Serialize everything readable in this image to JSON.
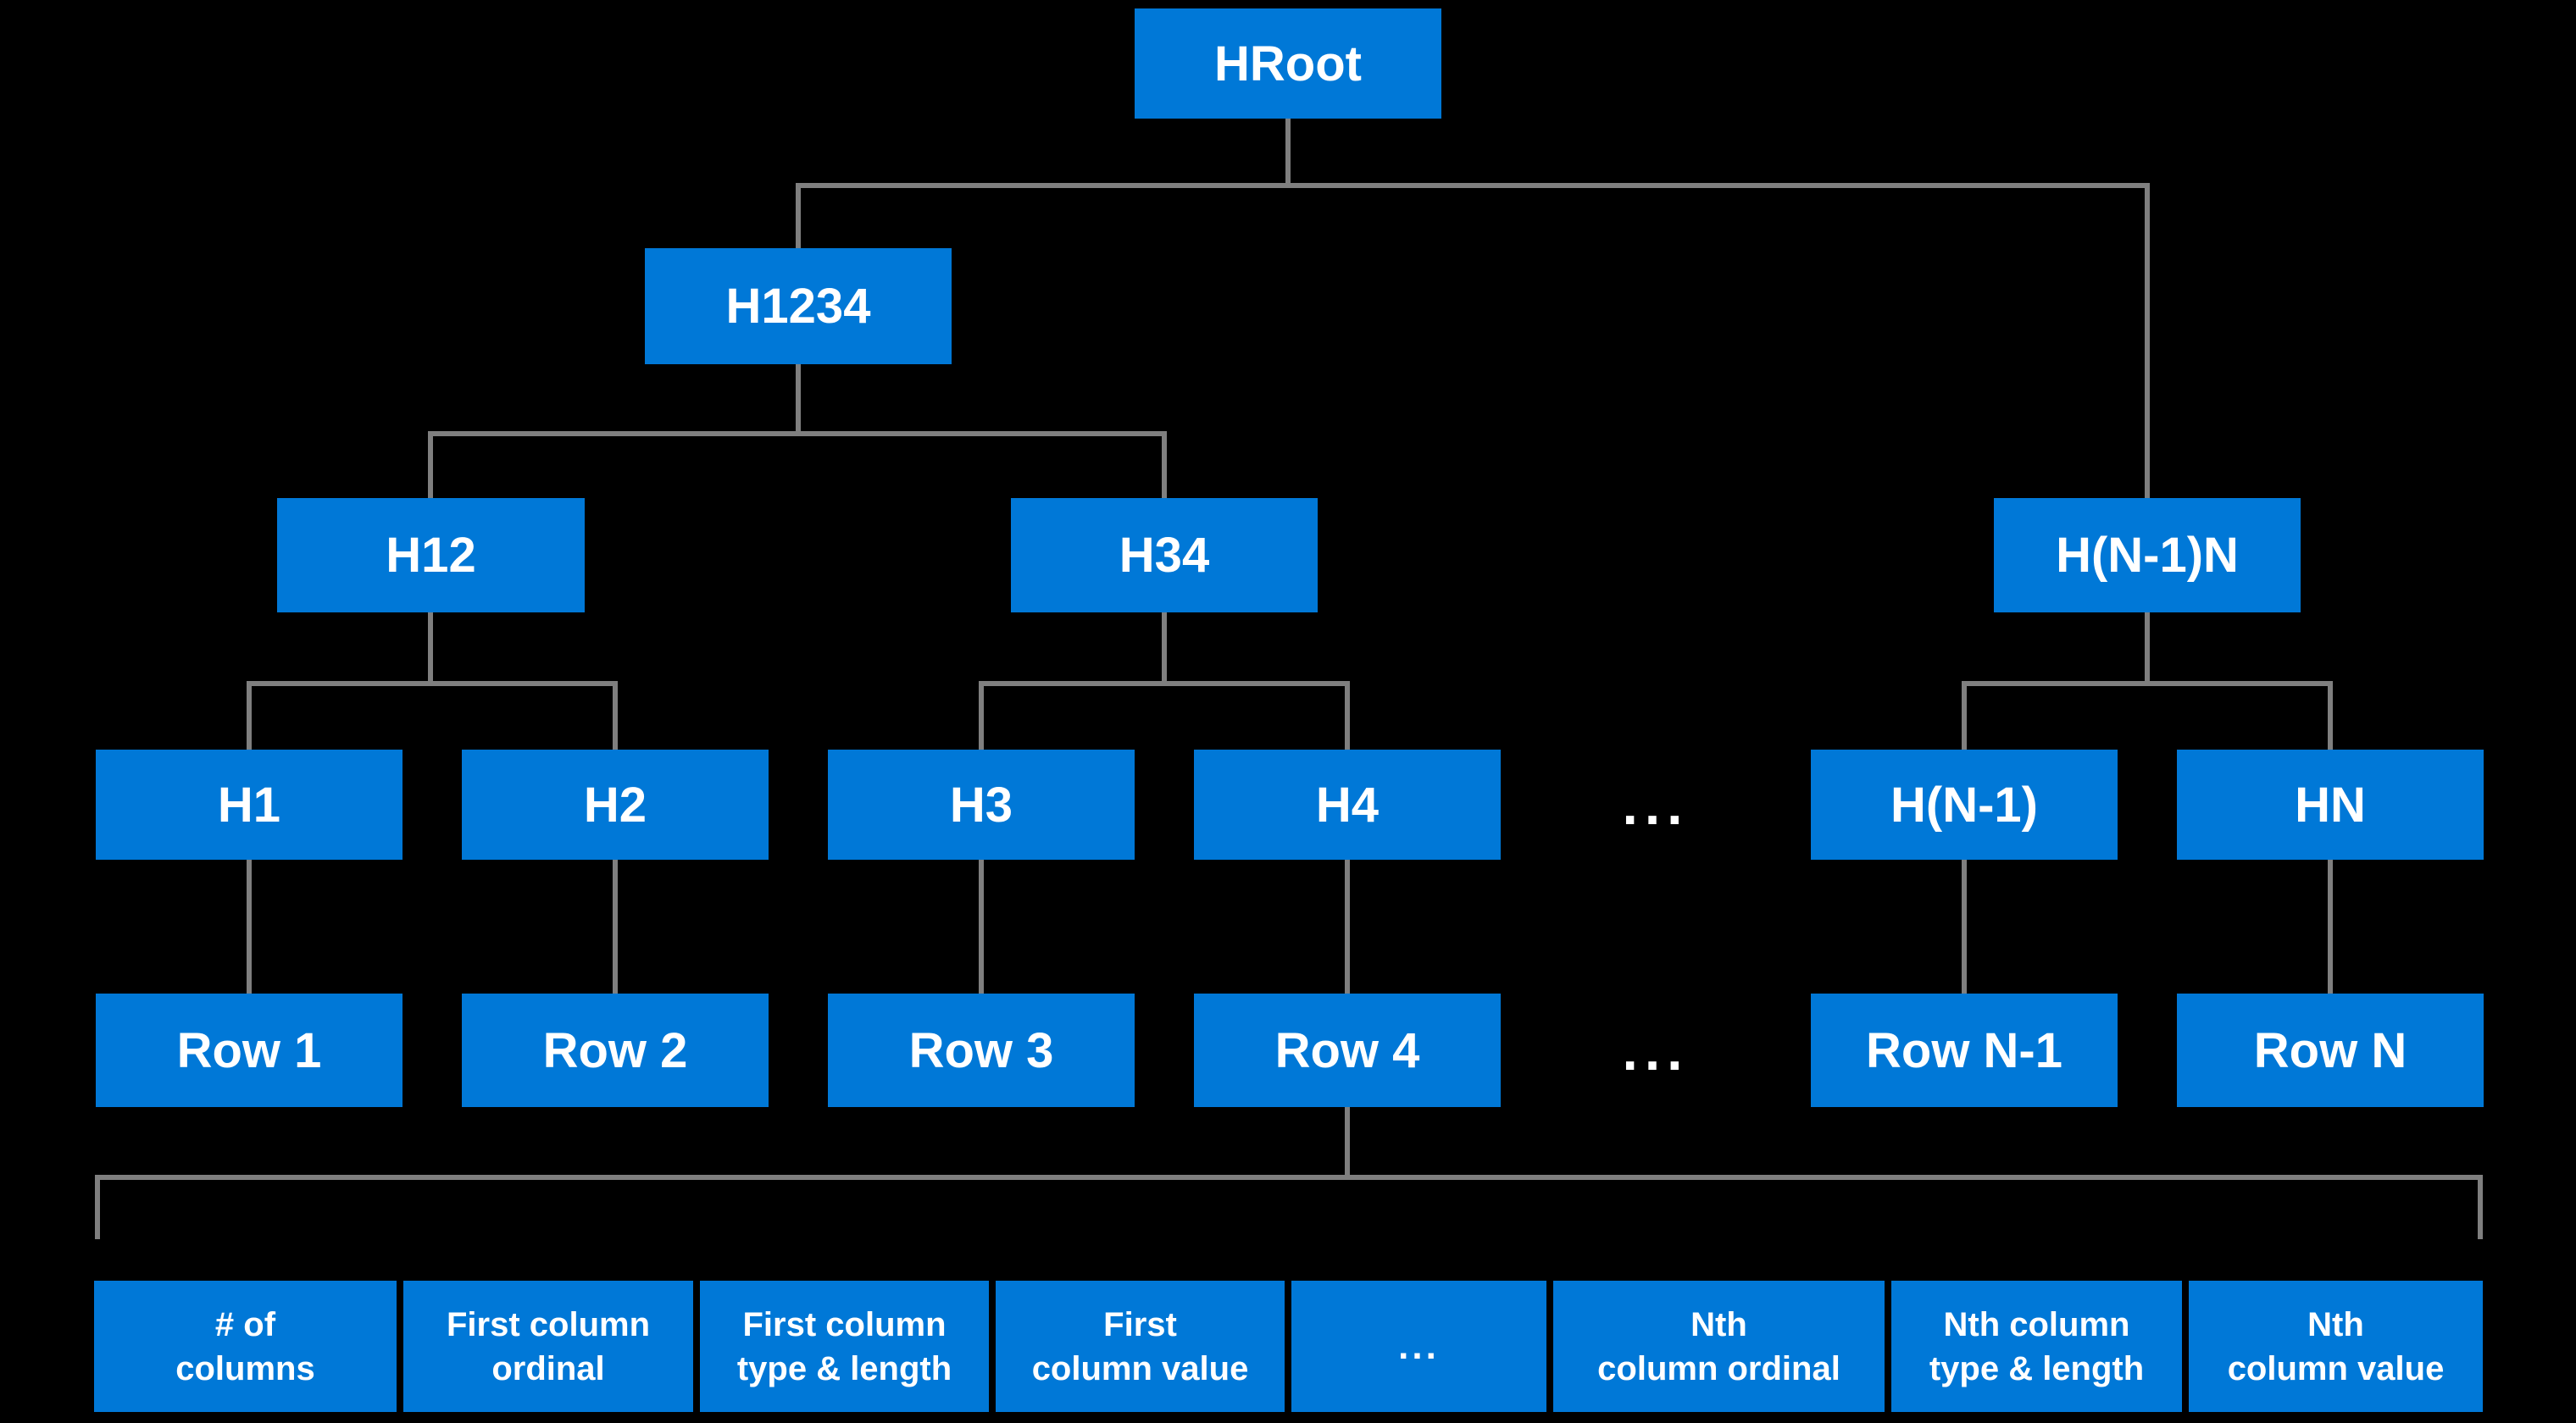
{
  "diagram": {
    "title_semantics": "Merkle-style hash tree over table rows with row record layout",
    "colors": {
      "background": "#000000",
      "node_fill": "#0078D7",
      "connector": "#7F7F7F",
      "text": "#FFFFFF"
    },
    "nodes": {
      "root": "HRoot",
      "level2": "H1234",
      "level3": [
        "H12",
        "H34",
        "H(N-1)N"
      ],
      "hashes": [
        "H1",
        "H2",
        "H3",
        "H4",
        "H(N-1)",
        "HN"
      ],
      "rows": [
        "Row 1",
        "Row 2",
        "Row 3",
        "Row 4",
        "Row N-1",
        "Row N"
      ],
      "hash_ellipsis": "...",
      "row_ellipsis": "..."
    },
    "record_fields": [
      "# of\ncolumns",
      "First column\nordinal",
      "First column\ntype & length",
      "First\ncolumn value",
      "...",
      "Nth\ncolumn ordinal",
      "Nth column\ntype & length",
      "Nth\ncolumn value"
    ]
  }
}
